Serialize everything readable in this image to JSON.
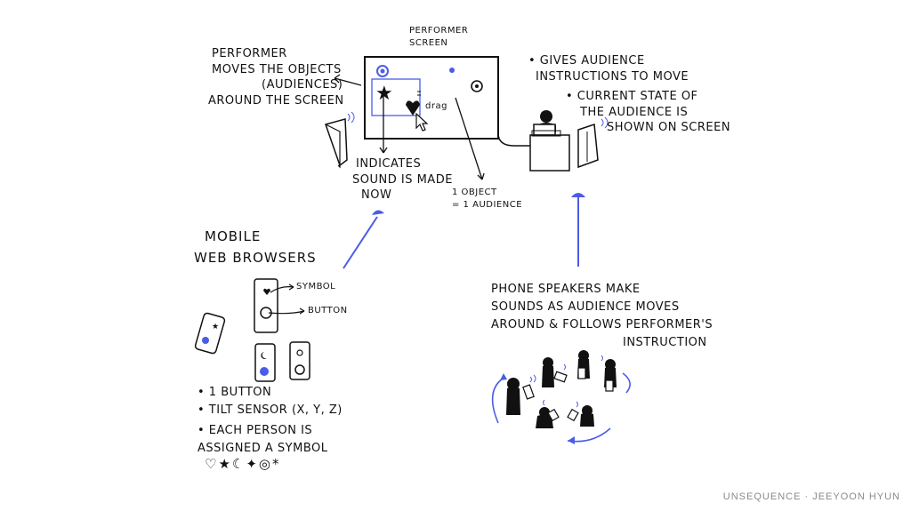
{
  "labels": {
    "performer_screen": [
      "PERFORMER",
      "SCREEN"
    ],
    "performer_moves": [
      "PERFORMER",
      "MOVES THE OBJECTS",
      "(AUDIENCES)",
      "AROUND THE SCREEN"
    ],
    "drag": "drag",
    "gives_instructions": [
      "• GIVES AUDIENCE",
      "INSTRUCTIONS TO MOVE"
    ],
    "current_state": [
      "• CURRENT STATE OF",
      "THE AUDIENCE IS",
      "SHOWN ON SCREEN"
    ],
    "indicates_sound": [
      "INDICATES",
      "SOUND IS MADE",
      "NOW"
    ],
    "one_object": [
      "1 OBJECT",
      "= 1 AUDIENCE"
    ],
    "mobile": [
      "MOBILE",
      "WEB BROWSERS"
    ],
    "symbol": "SYMBOL",
    "button": "BUTTON",
    "phone_features": [
      "• 1 BUTTON",
      "• TILT SENSOR (X, Y, Z)",
      "• EACH PERSON IS",
      "ASSIGNED A SYMBOL"
    ],
    "symbols_row": "♡★☾✦◎*",
    "phone_speakers": [
      "PHONE SPEAKERS MAKE",
      "SOUNDS AS AUDIENCE MOVES",
      "AROUND & FOLLOWS PERFORMER'S",
      "INSTRUCTION"
    ]
  },
  "footer": {
    "credit": "UNSEQUENCE · JEEYOON HYUN"
  },
  "colors": {
    "accent": "#4a5ce8",
    "ink": "#111111",
    "credit": "#8a8a8a"
  }
}
